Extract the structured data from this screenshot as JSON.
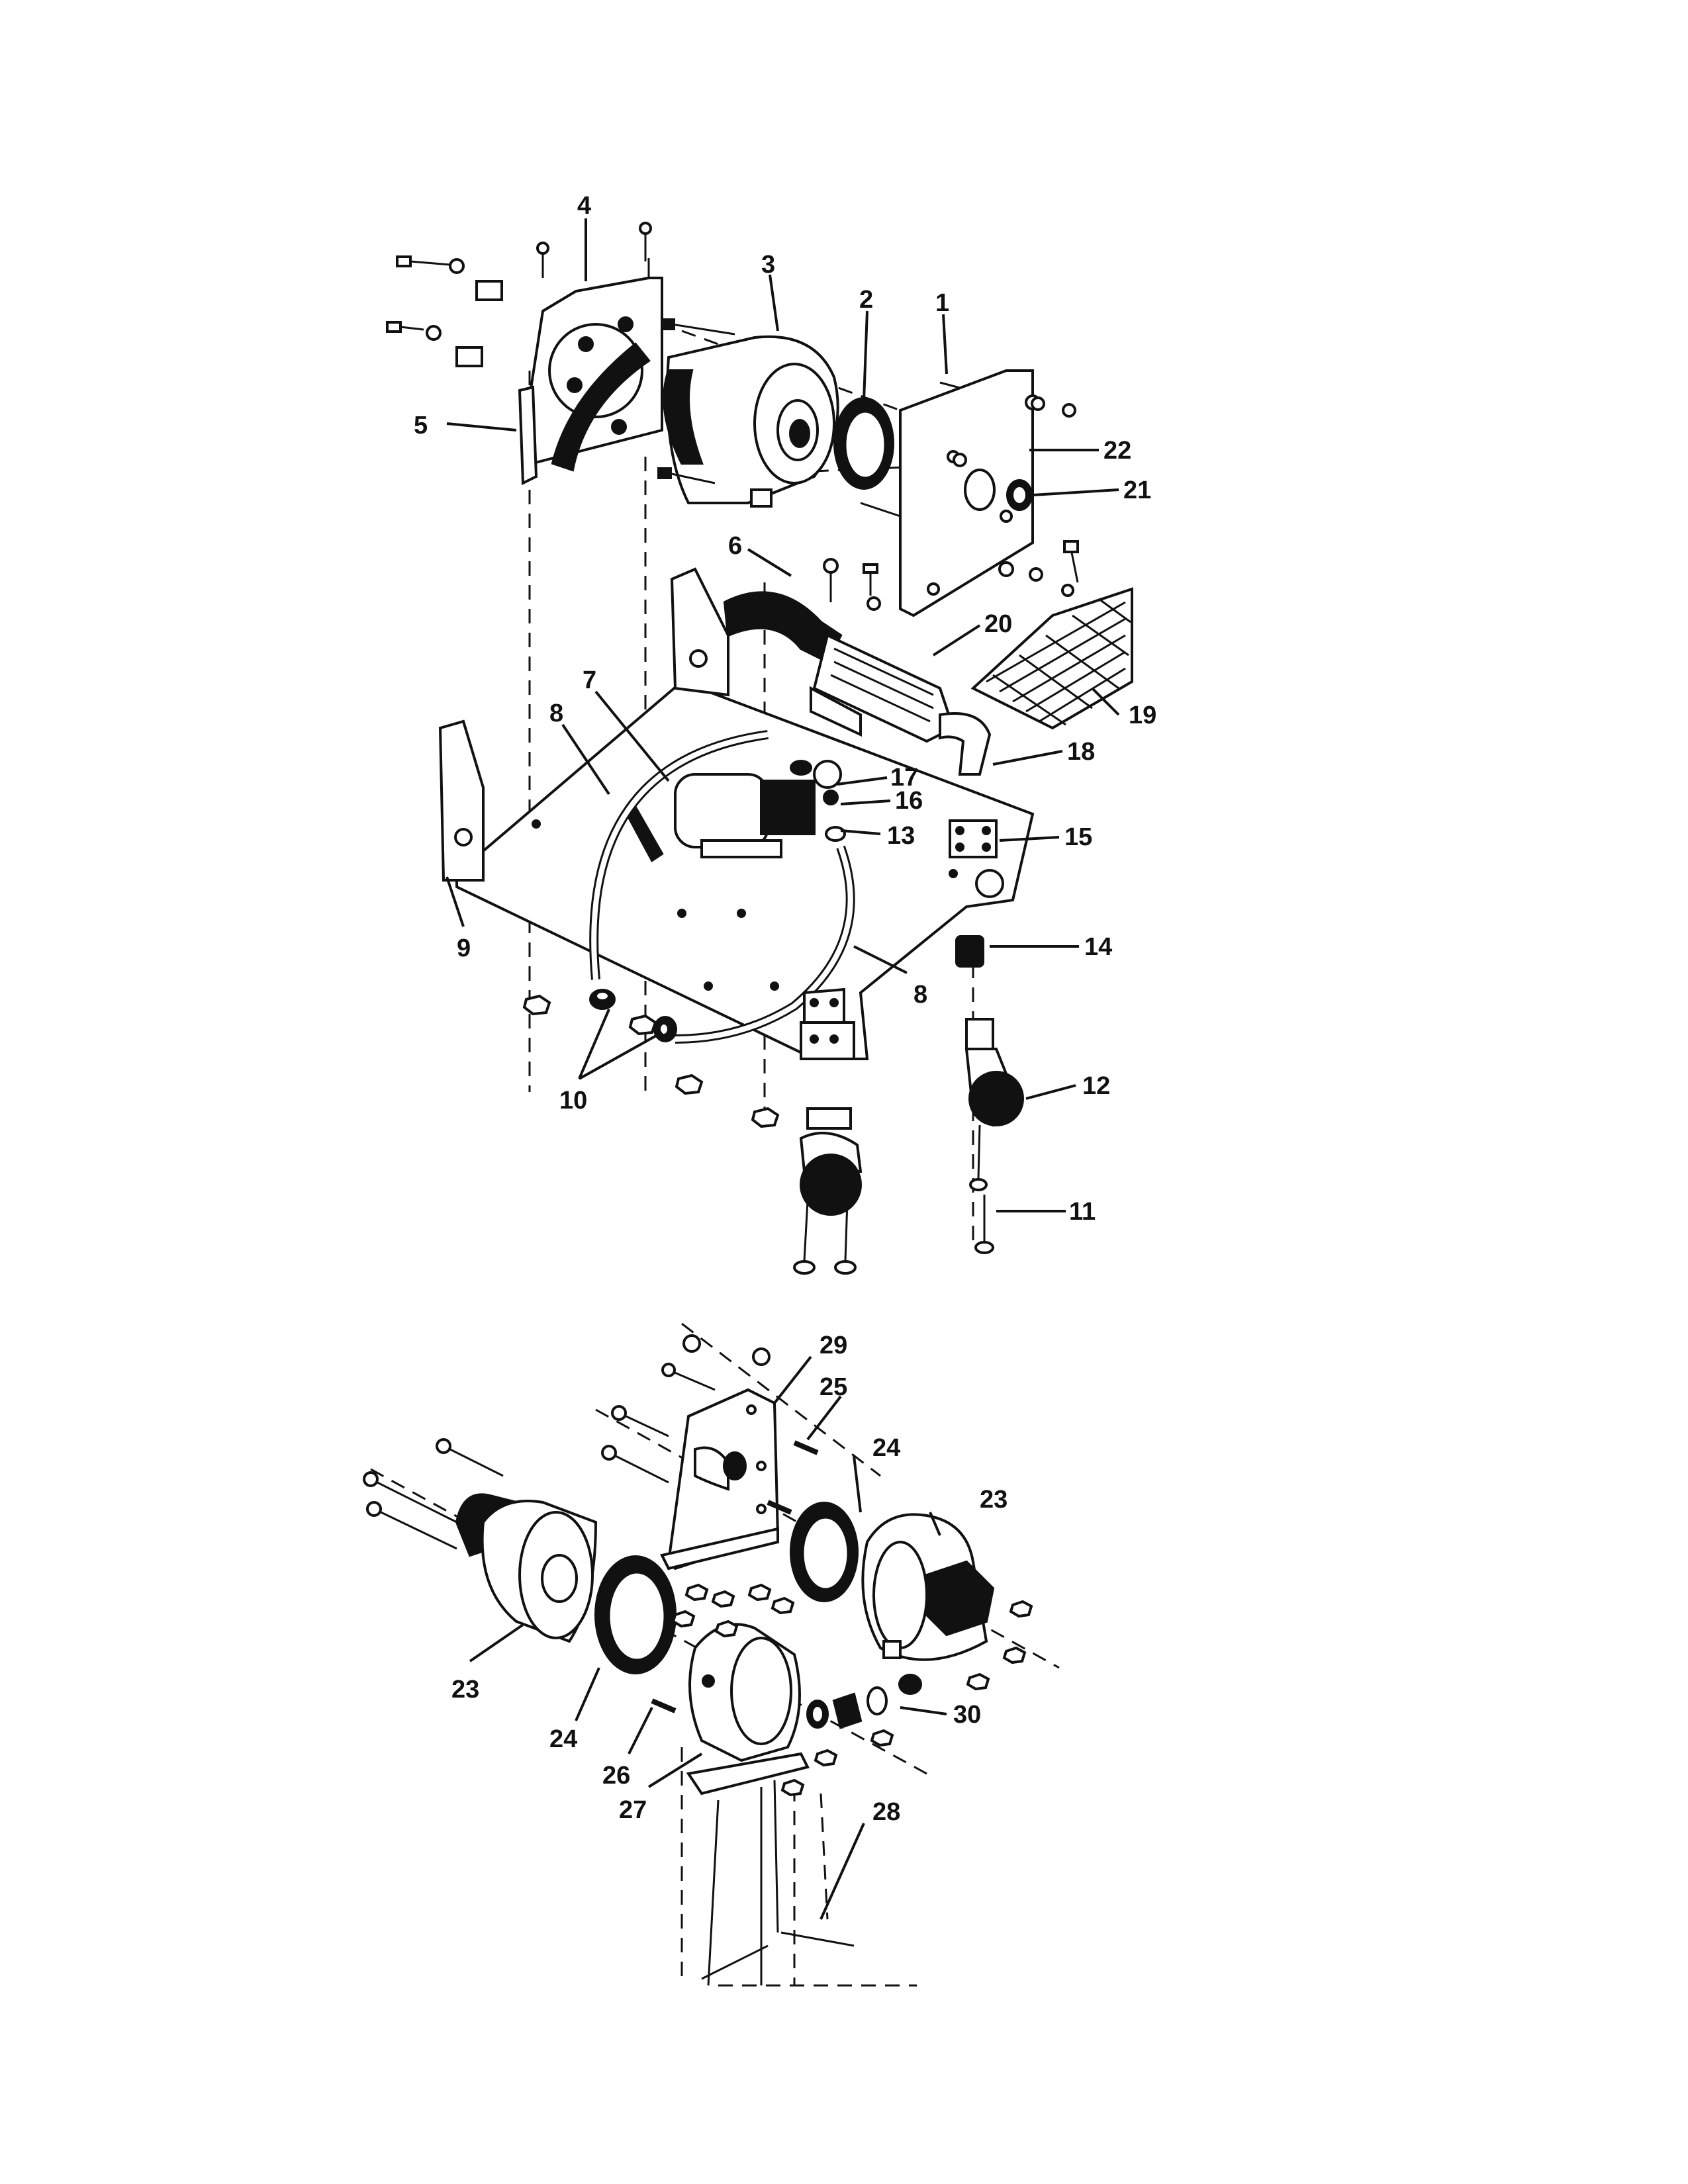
{
  "callouts": [
    {
      "id": "1",
      "text": "1"
    },
    {
      "id": "2",
      "text": "2"
    },
    {
      "id": "3",
      "text": "3"
    },
    {
      "id": "4",
      "text": "4"
    },
    {
      "id": "5",
      "text": "5"
    },
    {
      "id": "6",
      "text": "6"
    },
    {
      "id": "7",
      "text": "7"
    },
    {
      "id": "8a",
      "text": "8"
    },
    {
      "id": "8b",
      "text": "8"
    },
    {
      "id": "9",
      "text": "9"
    },
    {
      "id": "10",
      "text": "10"
    },
    {
      "id": "11",
      "text": "11"
    },
    {
      "id": "12",
      "text": "12"
    },
    {
      "id": "13",
      "text": "13"
    },
    {
      "id": "14",
      "text": "14"
    },
    {
      "id": "15",
      "text": "15"
    },
    {
      "id": "16",
      "text": "16"
    },
    {
      "id": "17",
      "text": "17"
    },
    {
      "id": "18",
      "text": "18"
    },
    {
      "id": "19",
      "text": "19"
    },
    {
      "id": "20",
      "text": "20"
    },
    {
      "id": "21",
      "text": "21"
    },
    {
      "id": "22",
      "text": "22"
    },
    {
      "id": "23a",
      "text": "23"
    },
    {
      "id": "23b",
      "text": "23"
    },
    {
      "id": "24a",
      "text": "24"
    },
    {
      "id": "24b",
      "text": "24"
    },
    {
      "id": "25",
      "text": "25"
    },
    {
      "id": "26",
      "text": "26"
    },
    {
      "id": "27",
      "text": "27"
    },
    {
      "id": "28",
      "text": "28"
    },
    {
      "id": "29",
      "text": "29"
    },
    {
      "id": "30",
      "text": "30"
    }
  ]
}
